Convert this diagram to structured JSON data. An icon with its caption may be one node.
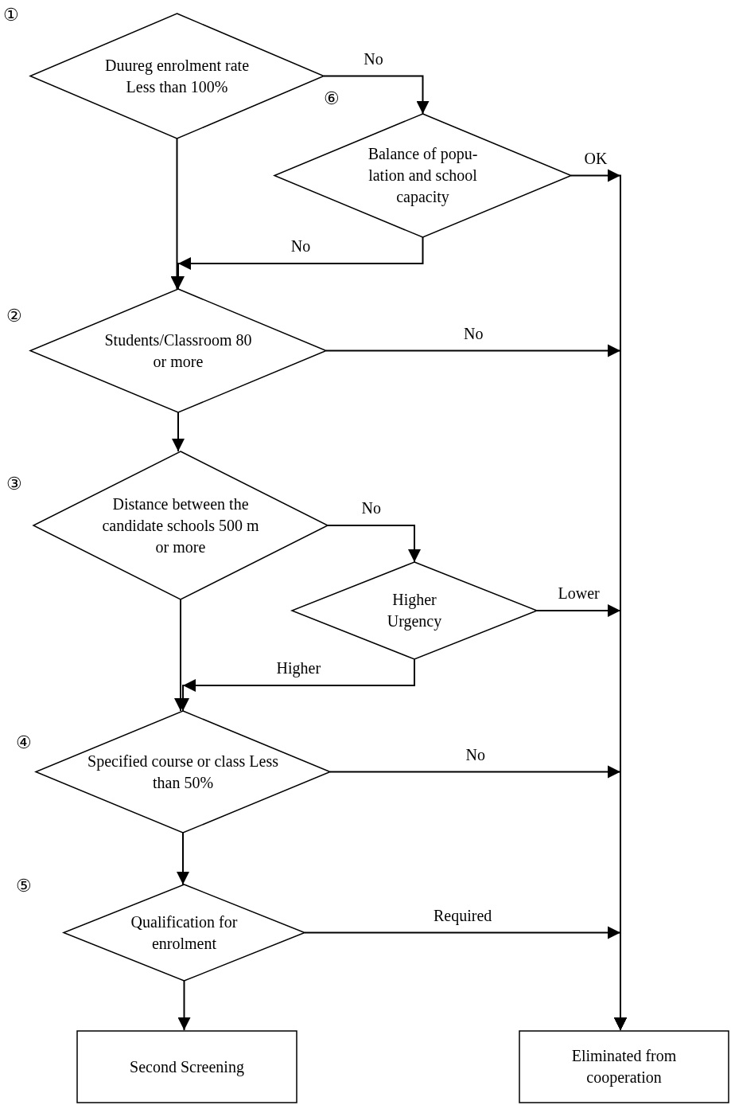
{
  "diagram": {
    "nodes": [
      {
        "text": [
          "Duureg enrolment rate Less than 100%"
        ],
        "beside": [
          "①"
        ]
      },
      {
        "text": [
          "Balance of popu-lation and school capacity"
        ],
        "beside": [
          "⑥"
        ]
      },
      {
        "text": [
          "Students/Classroom 80 or more"
        ],
        "beside": [
          "②"
        ]
      },
      {
        "text": [
          "Distance between the candidate schools 500 m or more"
        ],
        "beside": [
          "③"
        ]
      },
      {
        "text": [
          "Higher Urgency"
        ]
      },
      {
        "text": [
          "Specified course or class Less than 50%"
        ],
        "beside": [
          "④"
        ]
      },
      {
        "text": [
          "Qualification for enrolment"
        ],
        "beside": [
          "⑤"
        ]
      },
      {
        "text": [
          "Second Screening"
        ]
      },
      {
        "text": [
          "Eliminated from cooperation"
        ]
      }
    ],
    "edges": [
      {
        "from": 0,
        "to": 1,
        "arrow": "to",
        "label": "No"
      },
      {
        "from": 1,
        "to": 8,
        "arrow": "to",
        "label": "OK"
      },
      {
        "from": 1,
        "to": 2,
        "arrow": "to",
        "label": "No"
      },
      {
        "from": 0,
        "to": 2,
        "arrow": "to"
      },
      {
        "from": 2,
        "to": 8,
        "arrow": "to",
        "label": "No"
      },
      {
        "from": 2,
        "to": 3,
        "arrow": "to"
      },
      {
        "from": 3,
        "to": 4,
        "arrow": "to",
        "label": "No"
      },
      {
        "from": 3,
        "to": 5,
        "arrow": "to"
      },
      {
        "from": 4,
        "to": 5,
        "arrow": "to",
        "label": "Higher"
      },
      {
        "from": 4,
        "to": 8,
        "arrow": "to",
        "label": "Lower"
      },
      {
        "from": 5,
        "to": 8,
        "arrow": "to",
        "label": "No"
      },
      {
        "from": 5,
        "to": 6,
        "arrow": "to"
      },
      {
        "from": 6,
        "to": 8,
        "arrow": "to",
        "label": "Required"
      },
      {
        "from": 6,
        "to": 7,
        "arrow": "to"
      }
    ]
  }
}
